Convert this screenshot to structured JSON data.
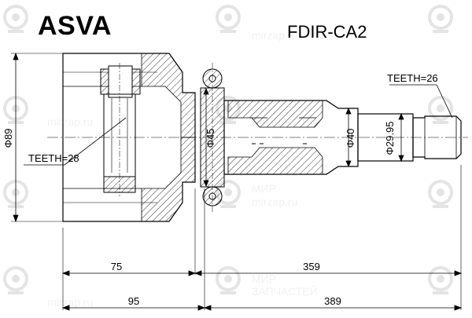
{
  "header": {
    "brand": "ASVA",
    "part_number": "FDIR-CA2"
  },
  "dimensions": {
    "outer_diameter": "Φ89",
    "inner_teeth": "TEETH=28",
    "flange_diameter": "Φ45",
    "shaft_diameter": "Φ40",
    "spline_diameter": "Φ29.95",
    "outer_teeth": "TEETH=26",
    "length_inner": "75",
    "length_shaft": "359",
    "length_total_inner": "95",
    "length_total_shaft": "389"
  },
  "watermark": {
    "line1": "МИР",
    "line2": "ЗАПЧАСТЕЙ",
    "site": "mirzap.ru"
  },
  "colors": {
    "ink": "#000000",
    "watermark": "#c8c8c8"
  }
}
